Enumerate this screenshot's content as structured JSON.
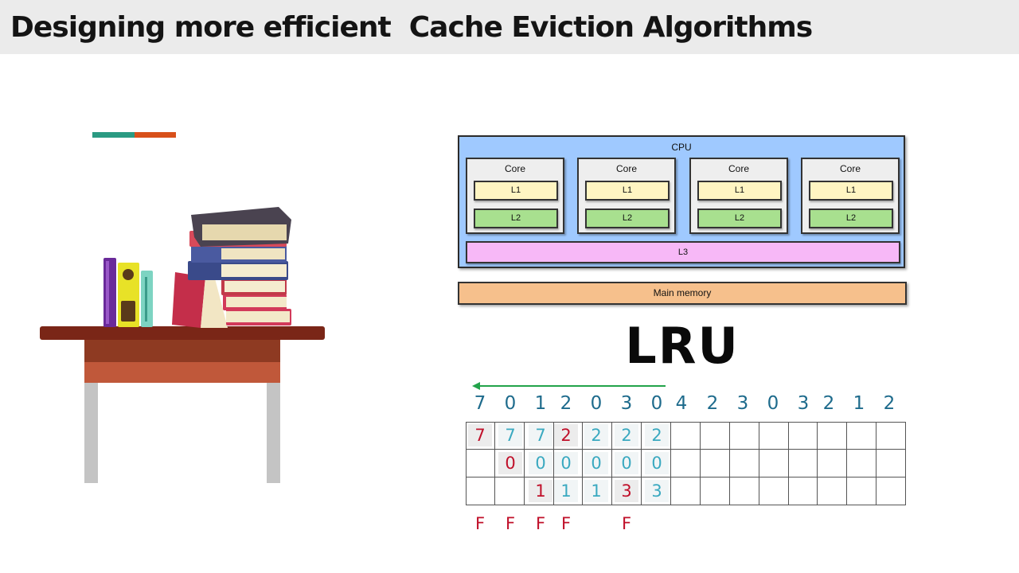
{
  "slide": {
    "title": "Designing more efficient  Cache Eviction Algorithms"
  },
  "colors": {
    "title_bar": "#ebebeb",
    "accent_teal": "#2a9a82",
    "accent_orange": "#d8501a",
    "cpu_fill": "#9fc9ff",
    "l1_fill": "#fff5c2",
    "l2_fill": "#a8e08f",
    "l3_fill": "#f7b8f7",
    "memory_fill": "#f6c08c",
    "new_page": "#c0102a",
    "kept_page": "#3aa9c0",
    "reference": "#1e6b8c",
    "arrow": "#22a34a"
  },
  "cpu_diagram": {
    "cpu_label": "CPU",
    "cores": [
      {
        "label": "Core",
        "l1": "L1",
        "l2": "L2"
      },
      {
        "label": "Core",
        "l1": "L1",
        "l2": "L2"
      },
      {
        "label": "Core",
        "l1": "L1",
        "l2": "L2"
      },
      {
        "label": "Core",
        "l1": "L1",
        "l2": "L2"
      }
    ],
    "l3_label": "L3",
    "main_memory_label": "Main memory"
  },
  "lru": {
    "title": "LRU",
    "reference_string": [
      "7",
      "0",
      "1",
      "2",
      "0",
      "3",
      "0",
      "4",
      "2",
      "3",
      "0",
      "3",
      "2",
      "1",
      "2"
    ],
    "frames": [
      [
        {
          "v": "7",
          "new": true
        },
        {
          "v": "7",
          "new": false
        },
        {
          "v": "7",
          "new": false
        },
        {
          "v": "2",
          "new": true
        },
        {
          "v": "2",
          "new": false
        },
        {
          "v": "2",
          "new": false
        },
        {
          "v": "2",
          "new": false
        }
      ],
      [
        null,
        {
          "v": "0",
          "new": true
        },
        {
          "v": "0",
          "new": false
        },
        {
          "v": "0",
          "new": false
        },
        {
          "v": "0",
          "new": false
        },
        {
          "v": "0",
          "new": false
        },
        {
          "v": "0",
          "new": false
        }
      ],
      [
        null,
        null,
        {
          "v": "1",
          "new": true
        },
        {
          "v": "1",
          "new": false
        },
        {
          "v": "1",
          "new": false
        },
        {
          "v": "3",
          "new": true
        },
        {
          "v": "3",
          "new": false
        }
      ]
    ],
    "faults": [
      "F",
      "F",
      "F",
      "F",
      "",
      "F",
      "",
      "",
      "",
      "",
      "",
      "",
      "",
      "",
      ""
    ]
  }
}
